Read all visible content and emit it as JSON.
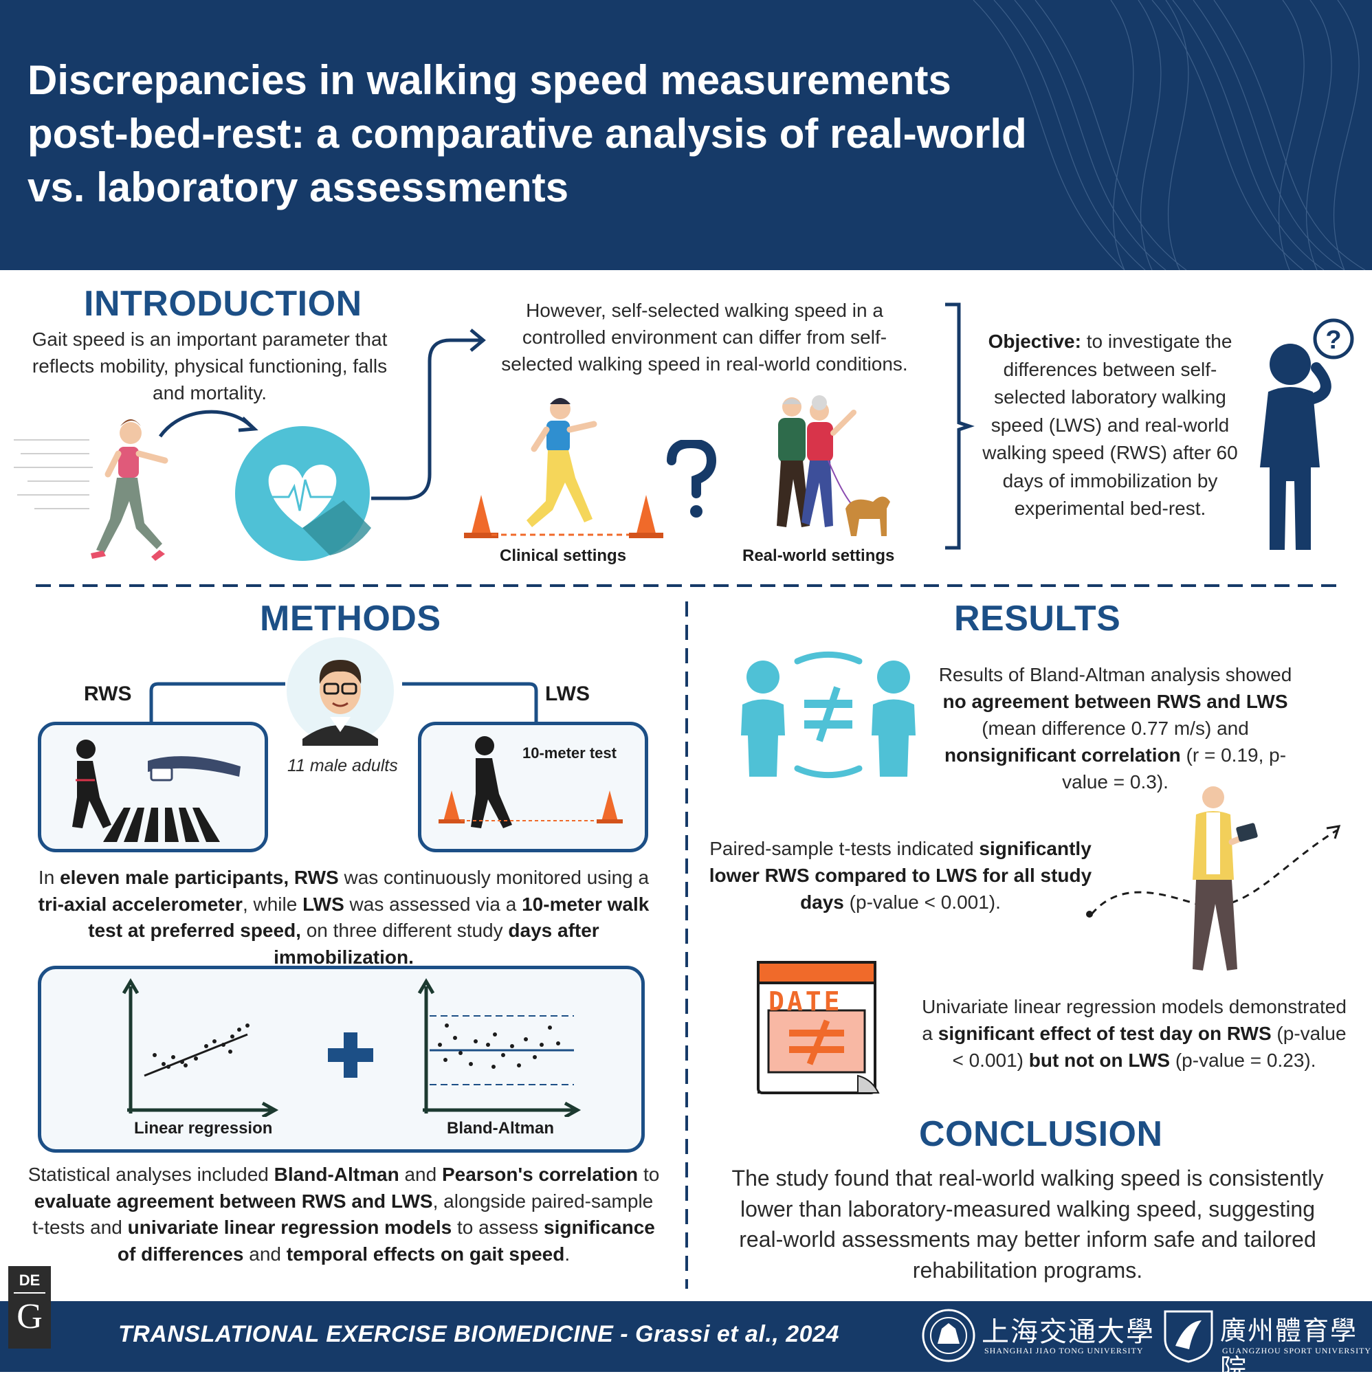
{
  "title": "Discrepancies in walking speed measurements post-bed-rest: a comparative analysis of real-world vs. laboratory assessments",
  "introduction": {
    "heading": "INTRODUCTION",
    "text1": "Gait speed is an important parameter that reflects mobility, physical functioning, falls and mortality.",
    "text2": "However, self-selected walking speed in a controlled environment can differ from self-selected walking speed in real-world conditions.",
    "clinical_label": "Clinical settings",
    "realworld_label": "Real-world settings",
    "objective_label": "Objective:",
    "objective_text": "to investigate the differences between self-selected laboratory walking speed (LWS) and real-world walking speed (RWS) after 60 days of immobilization by experimental bed-rest."
  },
  "methods": {
    "heading": "METHODS",
    "rws_label": "RWS",
    "lws_label": "LWS",
    "participants": "11 male adults",
    "ten_meter": "10-meter test",
    "p1": [
      "In ",
      "eleven male participants, RWS",
      " was continuously monitored using a ",
      "tri-axial accelerometer",
      ", while ",
      "LWS",
      " was assessed via a ",
      "10-meter walk test at preferred speed,",
      " on three different study ",
      "days after immobilization."
    ],
    "linreg_label": "Linear regression",
    "bland_label": "Bland-Altman",
    "p2": [
      "Statistical analyses included ",
      "Bland-Altman",
      " and ",
      "Pearson's correlation",
      " to ",
      "evaluate agreement between RWS and LWS",
      ", alongside paired-sample t-tests and ",
      "univariate linear regression models",
      " to assess ",
      "significance of differences",
      " and ",
      "temporal effects on gait speed",
      "."
    ]
  },
  "results": {
    "heading": "RESULTS",
    "r1": [
      "Results of Bland-Altman analysis showed ",
      "no agreement between RWS and LWS",
      " (mean difference 0.77 m/s) and ",
      "nonsignificant correlation",
      " (r = 0.19, p-value = 0.3)."
    ],
    "r2": [
      "Paired-sample t-tests indicated ",
      "significantly lower RWS compared to LWS for all study days",
      " (p-value < 0.001)."
    ],
    "date_label": "DATE",
    "r3": [
      "Univariate linear regression models demonstrated a ",
      "significant effect of test day on RWS",
      " (p-value < 0.001) ",
      "but not on LWS",
      " (p-value = 0.23)."
    ]
  },
  "conclusion": {
    "heading": "CONCLUSION",
    "text": "The study found that real-world walking speed is consistently lower than laboratory-measured walking speed, suggesting real-world assessments may better inform safe and tailored rehabilitation programs."
  },
  "footer": {
    "citation": "TRANSLATIONAL EXERCISE BIOMEDICINE - Grassi et al., 2024",
    "publisher_top": "DE",
    "publisher_bottom": "G",
    "sjtu_cn": "上海交通大學",
    "sjtu_en": "SHANGHAI JIAO TONG UNIVERSITY",
    "gsu_cn": "廣州體育學院",
    "gsu_en": "GUANGZHOU SPORT UNIVERSITY"
  },
  "colors": {
    "navy": "#163a68",
    "heading_blue": "#1c4f86",
    "teal": "#4fc1d6",
    "orange": "#f06a2a"
  }
}
